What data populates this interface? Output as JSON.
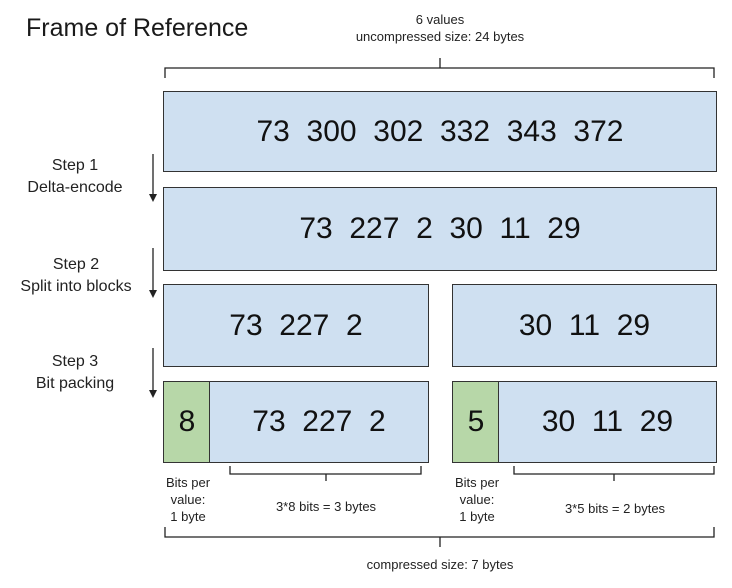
{
  "title": "Frame of Reference",
  "top_note": {
    "line1": "6 values",
    "line2": "uncompressed size: 24 bytes"
  },
  "rows": {
    "original": "73  300  302  332  343  372",
    "delta": "73  227  2  30  11  29",
    "block1": "73  227  2",
    "block2": "30  11  29",
    "packed1": {
      "width": "8",
      "values": "73  227  2"
    },
    "packed2": {
      "width": "5",
      "values": "30  11  29"
    }
  },
  "steps": [
    {
      "line1": "Step 1",
      "line2": "Delta-encode"
    },
    {
      "line1": "Step 2",
      "line2": "Split into blocks"
    },
    {
      "line1": "Step 3",
      "line2": "Bit packing"
    }
  ],
  "annotations": {
    "bits_per_value_1": [
      "Bits per",
      "value:",
      "1 byte"
    ],
    "bits_per_value_2": [
      "Bits per",
      "value:",
      "1 byte"
    ],
    "block1_size": "3*8 bits = 3 bytes",
    "block2_size": "3*5 bits = 2 bytes",
    "compressed": "compressed size: 7 bytes"
  }
}
